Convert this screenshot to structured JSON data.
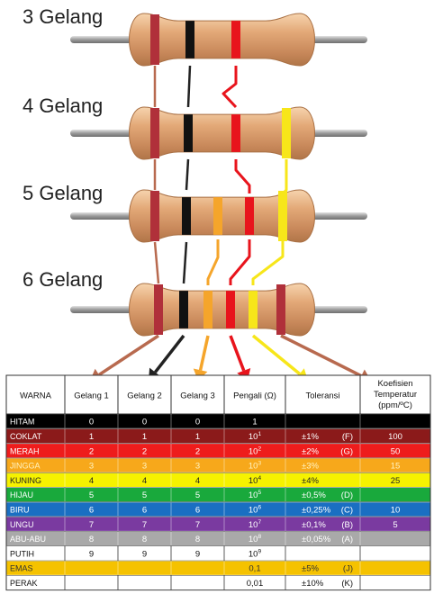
{
  "diagram": {
    "resistors": [
      {
        "label": "3 Gelang",
        "bands": [
          "#b0303a",
          "#111111",
          "#e8141c"
        ]
      },
      {
        "label": "4 Gelang",
        "bands": [
          "#b0303a",
          "#111111",
          "#e8141c",
          "#f7e61a"
        ]
      },
      {
        "label": "5 Gelang",
        "bands": [
          "#b0303a",
          "#111111",
          "#f5a52b",
          "#e8141c",
          "#f7e61a"
        ]
      },
      {
        "label": "6 Gelang",
        "bands": [
          "#b0303a",
          "#111111",
          "#f5a52b",
          "#e8141c",
          "#f7e61a",
          "#b0303a"
        ]
      }
    ],
    "arrow_colors": [
      "#b86a4f",
      "#222222",
      "#f5a52b",
      "#e8141c",
      "#f7e61a",
      "#b86a4f"
    ]
  },
  "table": {
    "headers": [
      "WARNA",
      "Gelang 1",
      "Gelang 2",
      "Gelang 3",
      "Pengali (Ω)",
      "Toleransi",
      "Koefisien",
      "Temperatur",
      "(ppm/ºC)"
    ],
    "rows": [
      {
        "color": "HITAM",
        "bg": "#000000",
        "fg": "#ffffff",
        "g1": "0",
        "g2": "0",
        "g3": "0",
        "mult_base": "1",
        "mult_exp": "",
        "tol": "",
        "code": "",
        "coef": ""
      },
      {
        "color": "COKLAT",
        "bg": "#8b1a1a",
        "fg": "#ffffff",
        "g1": "1",
        "g2": "1",
        "g3": "1",
        "mult_base": "10",
        "mult_exp": "1",
        "tol": "±1%",
        "code": "(F)",
        "coef": "100"
      },
      {
        "color": "MERAH",
        "bg": "#ee1c1c",
        "fg": "#ffffff",
        "g1": "2",
        "g2": "2",
        "g3": "2",
        "mult_base": "10",
        "mult_exp": "2",
        "tol": "±2%",
        "code": "(G)",
        "coef": "50"
      },
      {
        "color": "JINGGA",
        "bg": "#f7a81b",
        "fg": "#fff3c0",
        "g1": "3",
        "g2": "3",
        "g3": "3",
        "mult_base": "10",
        "mult_exp": "3",
        "tol": "±3%",
        "code": "",
        "coef": "15"
      },
      {
        "color": "KUNING",
        "bg": "#f6f200",
        "fg": "#222222",
        "g1": "4",
        "g2": "4",
        "g3": "4",
        "mult_base": "10",
        "mult_exp": "4",
        "tol": "±4%",
        "code": "",
        "coef": "25"
      },
      {
        "color": "HIJAU",
        "bg": "#19a93c",
        "fg": "#ffffff",
        "g1": "5",
        "g2": "5",
        "g3": "5",
        "mult_base": "10",
        "mult_exp": "5",
        "tol": "±0,5%",
        "code": "(D)",
        "coef": ""
      },
      {
        "color": "BIRU",
        "bg": "#1a6fc2",
        "fg": "#ffffff",
        "g1": "6",
        "g2": "6",
        "g3": "6",
        "mult_base": "10",
        "mult_exp": "6",
        "tol": "±0,25%",
        "code": "(C)",
        "coef": "10"
      },
      {
        "color": "UNGU",
        "bg": "#7a3aa0",
        "fg": "#ffffff",
        "g1": "7",
        "g2": "7",
        "g3": "7",
        "mult_base": "10",
        "mult_exp": "7",
        "tol": "±0,1%",
        "code": "(B)",
        "coef": "5"
      },
      {
        "color": "ABU-ABU",
        "bg": "#a9a9a9",
        "fg": "#ffffff",
        "g1": "8",
        "g2": "8",
        "g3": "8",
        "mult_base": "10",
        "mult_exp": "8",
        "tol": "±0,05%",
        "code": "(A)",
        "coef": ""
      },
      {
        "color": "PUTIH",
        "bg": "#ffffff",
        "fg": "#111111",
        "g1": "9",
        "g2": "9",
        "g3": "9",
        "mult_base": "10",
        "mult_exp": "9",
        "tol": "",
        "code": "",
        "coef": ""
      },
      {
        "color": "EMAS",
        "bg": "#f5c200",
        "fg": "#333333",
        "g1": "",
        "g2": "",
        "g3": "",
        "mult_base": "0,1",
        "mult_exp": "",
        "tol": "±5%",
        "code": "(J)",
        "coef": ""
      },
      {
        "color": "PERAK",
        "bg": "#ffffff",
        "fg": "#111111",
        "g1": "",
        "g2": "",
        "g3": "",
        "mult_base": "0,01",
        "mult_exp": "",
        "tol": "±10%",
        "code": "(K)",
        "coef": ""
      }
    ]
  }
}
